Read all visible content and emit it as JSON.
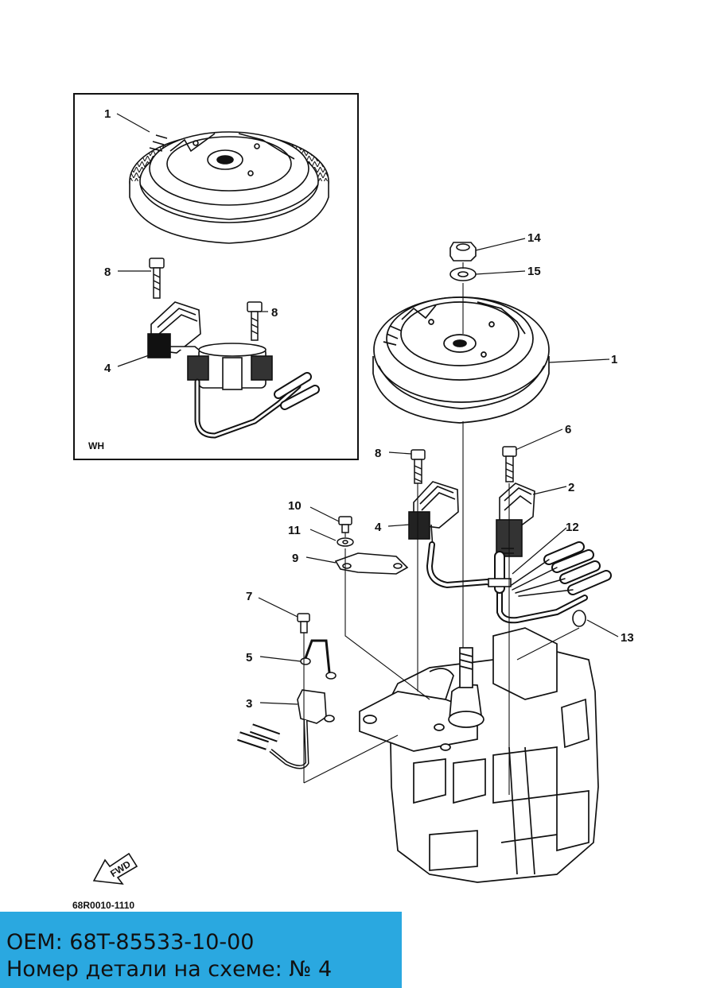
{
  "diagram": {
    "inset_label": "WH",
    "fwd_label": "FWD",
    "drawing_code": "68R0010-1110",
    "callouts": {
      "c1a": "1",
      "c8a": "8",
      "c8b": "8",
      "c4a": "4",
      "c14": "14",
      "c15": "15",
      "c1b": "1",
      "c6": "6",
      "c8c": "8",
      "c2": "2",
      "c10": "10",
      "c4b": "4",
      "c11": "11",
      "c12": "12",
      "c9": "9",
      "c7": "7",
      "c13": "13",
      "c5": "5",
      "c3": "3"
    }
  },
  "banner": {
    "oem_line": "OEM: 68T-85533-10-00",
    "part_line": "Номер детали на схеме: № 4"
  },
  "colors": {
    "banner_bg": "#2aa8e0",
    "line": "#111111"
  }
}
